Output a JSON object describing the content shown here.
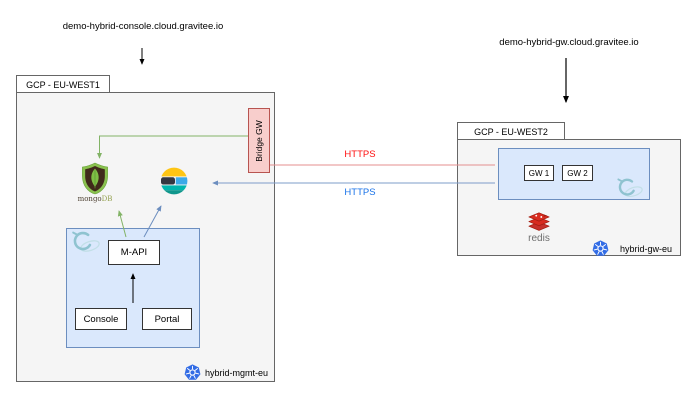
{
  "diagram": {
    "left_zone": {
      "domain": "demo-hybrid-console.cloud.gravitee.io",
      "region": "GCP - EU-WEST1",
      "bridge_gw": "Bridge GW",
      "mongo_text_1": "mongo",
      "mongo_text_2": "DB",
      "mapi": "M-API",
      "console": "Console",
      "portal": "Portal",
      "cluster": "hybrid-mgmt-eu"
    },
    "right_zone": {
      "domain": "demo-hybrid-gw.cloud.gravitee.io",
      "region": "GCP - EU-WEST2",
      "gw1": "GW 1",
      "gw2": "GW 2",
      "redis": "redis",
      "cluster": "hybrid-gw-eu"
    },
    "links": {
      "https_top": "HTTPS",
      "https_bottom": "HTTPS"
    },
    "icons": {
      "mongodb": "mongodb-leaf-shield-icon",
      "elasticsearch": "elastic-circle-icon",
      "kubernetes": "kubernetes-helm-wheel-icon",
      "redis": "redis-stack-icon",
      "gravitee": "gravitee-g-orbit-icon"
    },
    "colors": {
      "zone_fill": "#f5f5f5",
      "zone_border": "#666666",
      "blue_fill": "#dae8fc",
      "blue_border": "#6c8ebf",
      "bridge_fill": "#f8cecc",
      "bridge_border": "#b85450",
      "https_red_text": "#ff0f0f",
      "https_red_line": "#e48f8f",
      "https_blue_text": "#1a73e8",
      "https_blue_line": "#7d9cc9",
      "green_arrow": "#82b366",
      "kubernetes_blue": "#326ce5",
      "redis_red": "#d82c20"
    }
  }
}
